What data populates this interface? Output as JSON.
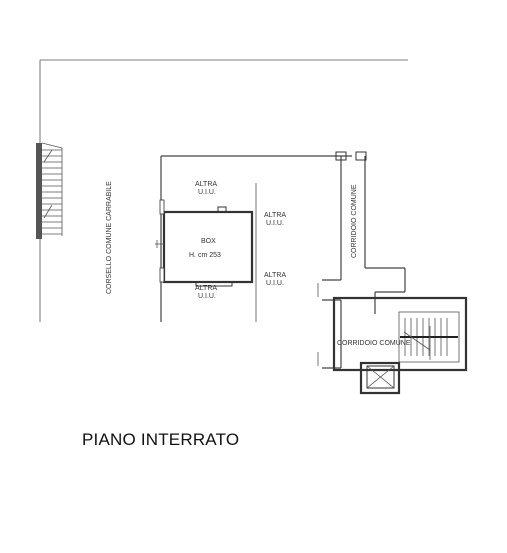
{
  "plan": {
    "title": "PIANO INTERRATO",
    "labels": {
      "corsello": "CORSELLO COMUNE CARRABILE",
      "altra_top_1": "ALTRA",
      "altra_top_2": "U.I.U.",
      "altra_right1_1": "ALTRA",
      "altra_right1_2": "U.I.U.",
      "altra_right2_1": "ALTRA",
      "altra_right2_2": "U.I.U.",
      "altra_bottom_1": "ALTRA",
      "altra_bottom_2": "U.I.U.",
      "box": "BOX",
      "box_height": "H. cm 253",
      "corridoio_vert": "CORRIDOIO COMUNE",
      "corridoio_horiz": "CORRIDOIO COMUNE"
    }
  }
}
